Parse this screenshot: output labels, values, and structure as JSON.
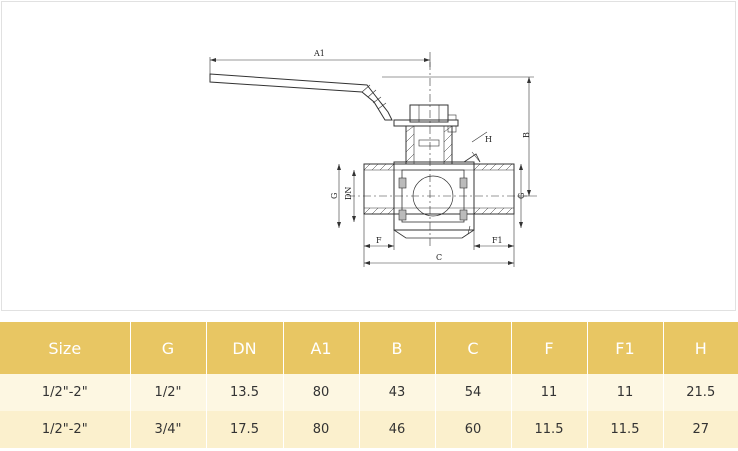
{
  "colors": {
    "header_bg": "#e8c663",
    "header_text": "#ffffff",
    "row_light": "#fdf7e2",
    "row_dark": "#fbf0cd",
    "line": "#333333"
  },
  "drawing": {
    "labels": {
      "a1": "A1",
      "b": "B",
      "h": "H",
      "g_left": "G",
      "dn": "DN",
      "g_right": "G",
      "f": "F",
      "f1": "F1",
      "c": "C"
    }
  },
  "table": {
    "headers": [
      "Size",
      "G",
      "DN",
      "A1",
      "B",
      "C",
      "F",
      "F1",
      "H"
    ],
    "rows": [
      [
        "1/2\"-2\"",
        "1/2\"",
        "13.5",
        "80",
        "43",
        "54",
        "11",
        "11",
        "21.5"
      ],
      [
        "1/2\"-2\"",
        "3/4\"",
        "17.5",
        "80",
        "46",
        "60",
        "11.5",
        "11.5",
        "27"
      ]
    ]
  }
}
